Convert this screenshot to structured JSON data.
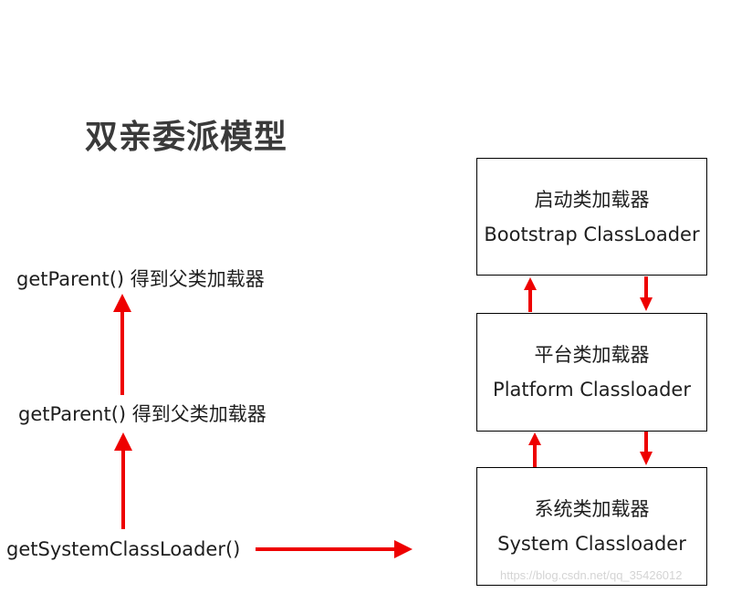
{
  "title": "双亲委派模型",
  "left_labels": {
    "top": "getParent() 得到父类加载器",
    "middle": "getParent() 得到父类加载器",
    "bottom": "getSystemClassLoader()"
  },
  "loaders": {
    "bootstrap": {
      "name_cn": "启动类加载器",
      "name_en": "Bootstrap ClassLoader"
    },
    "platform": {
      "name_cn": "平台类加载器",
      "name_en": "Platform Classloader"
    },
    "system": {
      "name_cn": "系统类加载器",
      "name_en": "System Classloader"
    }
  },
  "colors": {
    "arrow": "#ee0000",
    "box_border": "#000000",
    "title": "#3a3a3a"
  },
  "watermark": "https://blog.csdn.net/qq_35426012"
}
